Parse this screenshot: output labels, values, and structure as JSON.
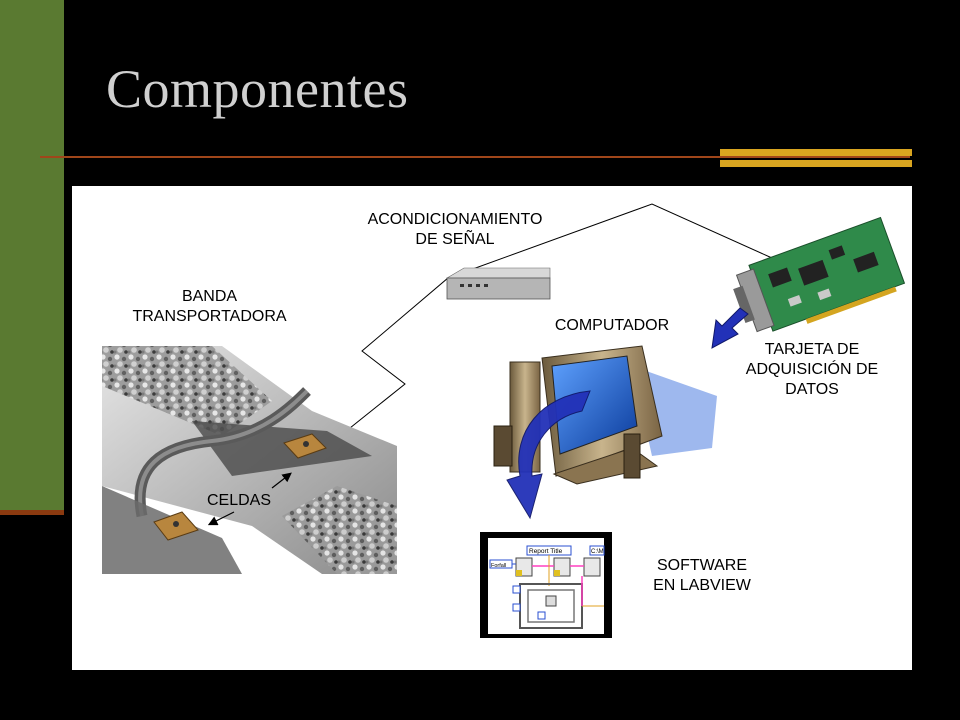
{
  "slide": {
    "title": "Componentes"
  },
  "labels": {
    "signal_conditioning": "ACONDICIONAMIENTO\nDE SEÑAL",
    "conveyor_belt": "BANDA\nTRANSPORTADORA",
    "computer": "COMPUTADOR",
    "daq_card": "TARJETA DE\nADQUISICIÓN DE\nDATOS",
    "load_cells": "CELDAS",
    "software": "SOFTWARE\nEN LABVIEW"
  },
  "software_diagram": {
    "report_title": "Report Title",
    "right_label": "C:\\M",
    "left_label": "Forfall"
  },
  "colors": {
    "side_bar": "#5a7a31",
    "accent_rule": "#a0461a",
    "gold": "#d9a520",
    "title_text": "#d0d0d0",
    "monitor_blue": "#1f5fd0",
    "arrow_blue": "#2231b8",
    "pcb_green": "#2f8a4a"
  }
}
